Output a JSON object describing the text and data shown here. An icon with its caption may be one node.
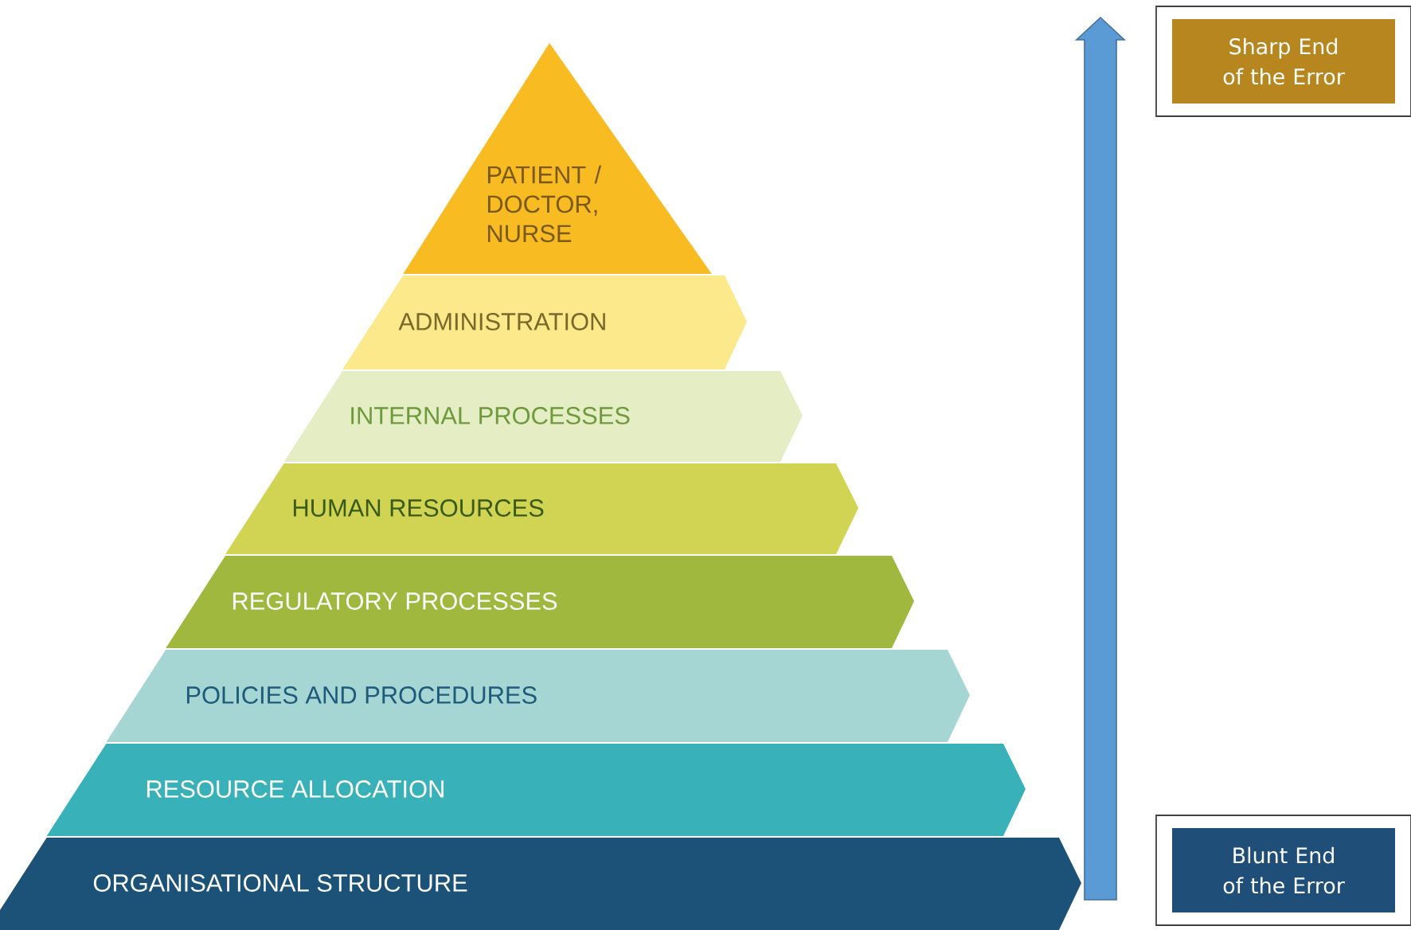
{
  "diagram": {
    "nodes": [
      {
        "text": [
          "PATIENT / DOCTOR, NURSE"
        ]
      },
      {
        "text": [
          "ADMINISTRATION"
        ]
      },
      {
        "text": [
          "INTERNAL PROCESSES"
        ]
      },
      {
        "text": [
          "HUMAN RESOURCES"
        ]
      },
      {
        "text": [
          "REGULATORY PROCESSES"
        ]
      },
      {
        "text": [
          "POLICIES AND PROCEDURES"
        ]
      },
      {
        "text": [
          "RESOURCE ALLOCATION"
        ]
      },
      {
        "text": [
          "ORGANISATIONAL STRUCTURE"
        ]
      },
      {
        "text": [
          "Sharp End of the Error"
        ]
      },
      {
        "text": [
          "Blunt End of the Error"
        ]
      }
    ]
  }
}
